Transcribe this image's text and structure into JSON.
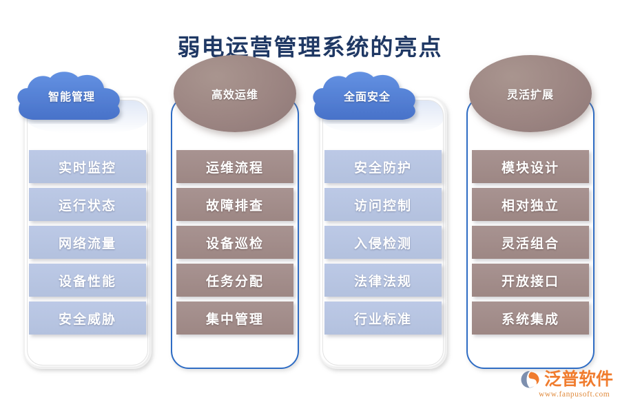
{
  "page": {
    "title": "弱电运营管理系统的亮点",
    "title_color": "#1F3864",
    "background_color": "#FFFFFF"
  },
  "theme": {
    "cloud_blue": "#4F7FD6",
    "ellipse_mauve": "#9C8582",
    "item_blue": "#B5C4E3",
    "item_mauve": "#A08B8B",
    "outline_blue": "#2E6CC4",
    "logo_orange": "#F07C2E"
  },
  "columns": [
    {
      "header": "智能管理",
      "header_shape": "cloud",
      "header_color": "#4F7FD6",
      "frame_style": "bevel",
      "item_color": "#B5C4E3",
      "items": [
        "实时监控",
        "运行状态",
        "网络流量",
        "设备性能",
        "安全威胁"
      ]
    },
    {
      "header": "高效运维",
      "header_shape": "ellipse",
      "header_color": "#9C8582",
      "frame_style": "outline",
      "item_color": "#A08B8B",
      "items": [
        "运维流程",
        "故障排查",
        "设备巡检",
        "任务分配",
        "集中管理"
      ]
    },
    {
      "header": "全面安全",
      "header_shape": "cloud",
      "header_color": "#4F7FD6",
      "frame_style": "bevel",
      "item_color": "#B5C4E3",
      "items": [
        "安全防护",
        "访问控制",
        "入侵检测",
        "法律法规",
        "行业标准"
      ]
    },
    {
      "header": "灵活扩展",
      "header_shape": "ellipse",
      "header_color": "#9C8582",
      "frame_style": "outline",
      "item_color": "#A08B8B",
      "items": [
        "模块设计",
        "相对独立",
        "灵活组合",
        "开放接口",
        "系统集成"
      ]
    }
  ],
  "logo": {
    "name": "泛普软件",
    "url": "www.fanpusoft.com",
    "mark_icon": "fanpu-swoosh-logo-icon"
  }
}
